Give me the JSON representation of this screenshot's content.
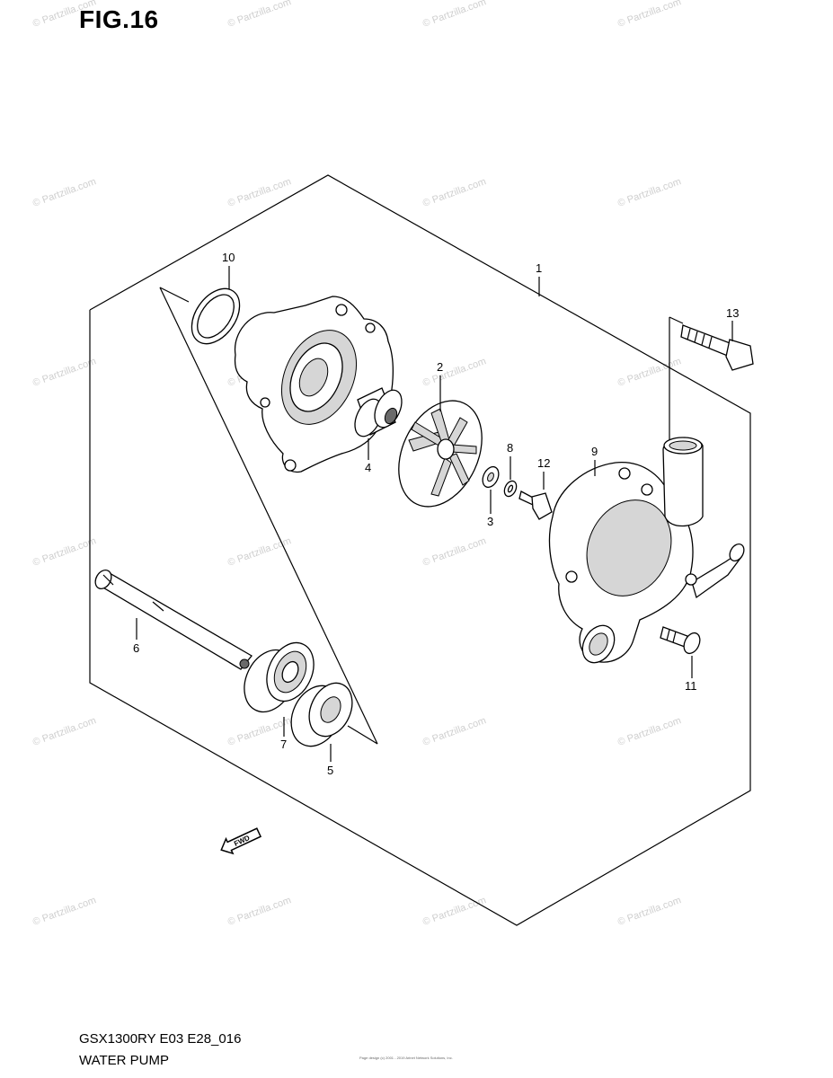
{
  "figure": {
    "title": "FIG.16",
    "model_code": "GSX1300RY E03 E28_016",
    "name": "WATER PUMP"
  },
  "watermark": "© Partzilla.com",
  "fwd_label": "FWD",
  "callouts": {
    "c1": "1",
    "c2": "2",
    "c3": "3",
    "c4": "4",
    "c5": "5",
    "c6": "6",
    "c7": "7",
    "c8": "8",
    "c9": "9",
    "c10": "10",
    "c11": "11",
    "c12": "12",
    "c13": "13"
  },
  "fine_print": "Page design (c) 2001 - 2019 Arinet Network Solutions, Inc."
}
